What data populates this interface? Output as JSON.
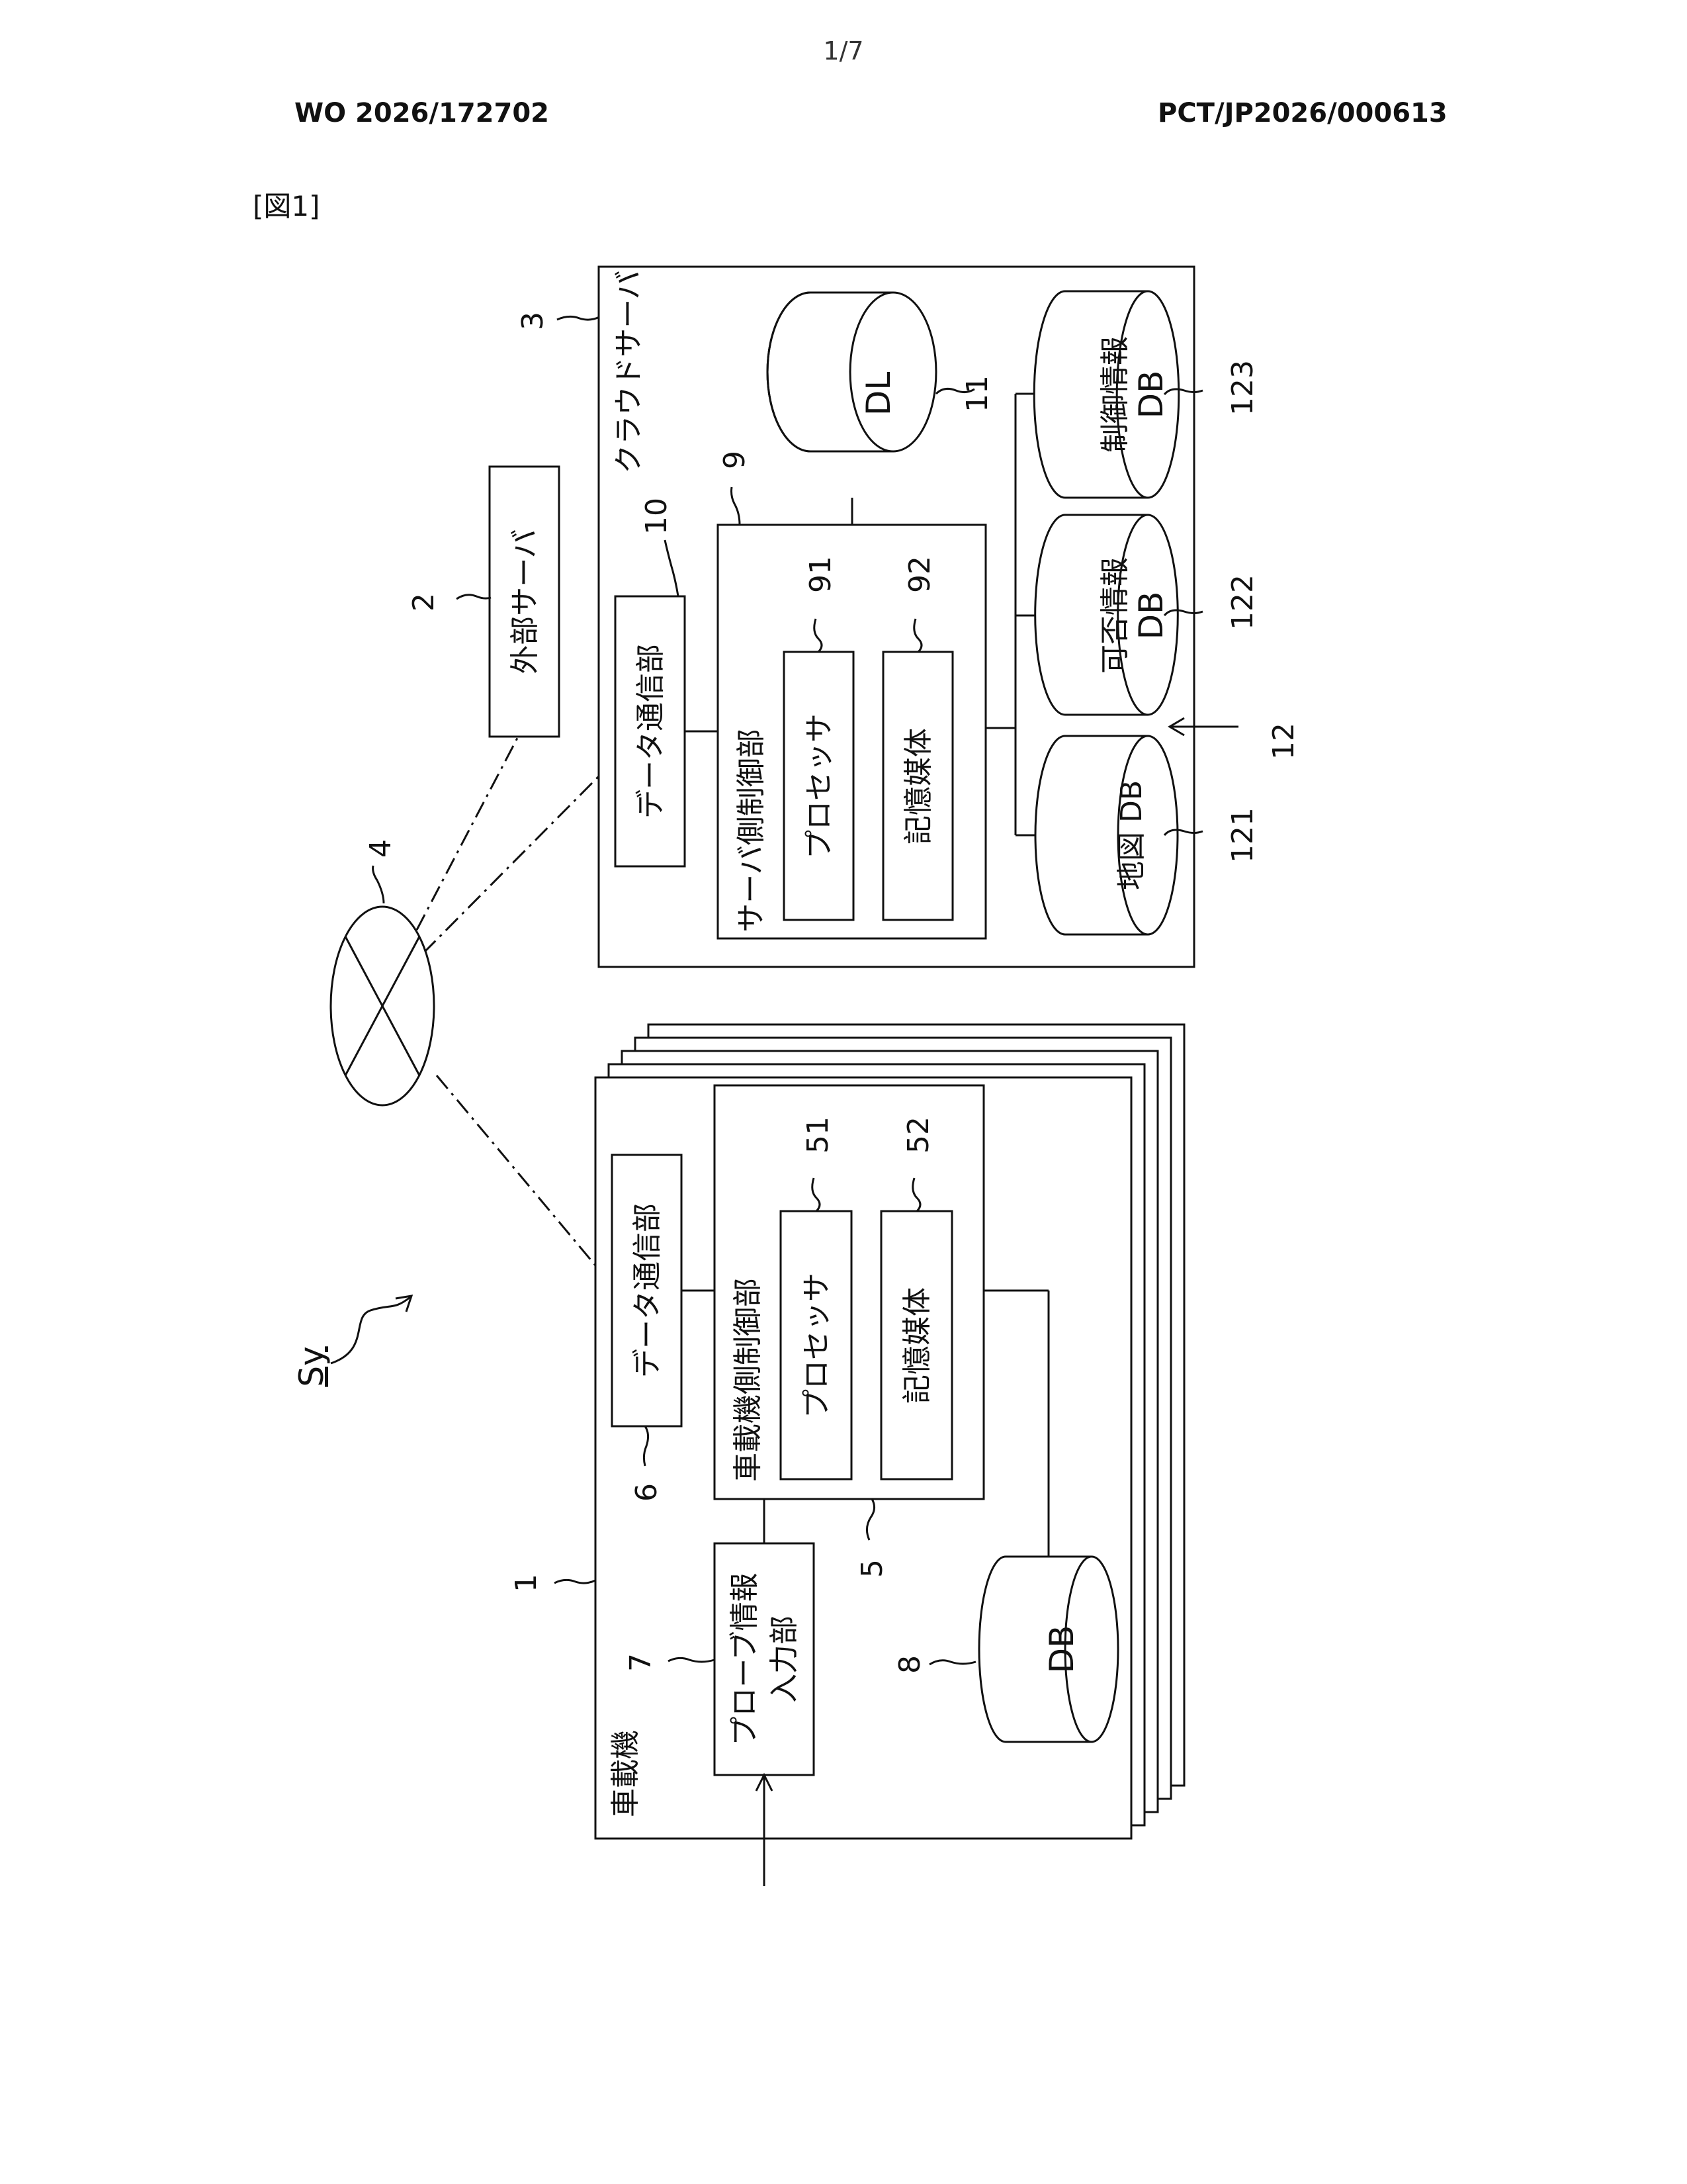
{
  "header": {
    "page_number": "1/7",
    "publication_number": "WO 2026/172702",
    "application_number": "PCT/JP2026/000613",
    "figure_label": "[図1]"
  },
  "diagram": {
    "system": {
      "ref": "Sy"
    },
    "network": {
      "ref": "4"
    },
    "external_server": {
      "ref": "2",
      "label": "外部サーバ"
    },
    "cloud_server": {
      "ref": "3",
      "label": "クラウドサーバ",
      "data_comm": {
        "ref": "10",
        "label": "データ通信部"
      },
      "control": {
        "ref": "9",
        "label": "サーバ側制御部",
        "processor": {
          "ref": "91",
          "label": "プロセッサ"
        },
        "storage": {
          "ref": "92",
          "label": "記憶媒体"
        }
      },
      "data_lake": {
        "ref": "11",
        "label": "DL"
      },
      "db_group": {
        "ref": "12"
      },
      "map_db": {
        "ref": "121",
        "label": "地図 DB"
      },
      "availability_db": {
        "ref": "122",
        "label_line1": "可否情報",
        "label_line2": "DB"
      },
      "control_info_db": {
        "ref": "123",
        "label_line1": "制御情報",
        "label_line2": "DB"
      }
    },
    "onboard_device": {
      "ref": "1",
      "label": "車載機",
      "data_comm": {
        "ref": "6",
        "label": "データ通信部"
      },
      "control": {
        "ref": "5",
        "label": "車載機側制御部",
        "processor": {
          "ref": "51",
          "label": "プロセッサ"
        },
        "storage": {
          "ref": "52",
          "label": "記憶媒体"
        }
      },
      "probe_input": {
        "ref": "7",
        "label_line1": "プローブ情報",
        "label_line2": "入力部"
      },
      "db": {
        "ref": "8",
        "label": "DB"
      }
    }
  }
}
